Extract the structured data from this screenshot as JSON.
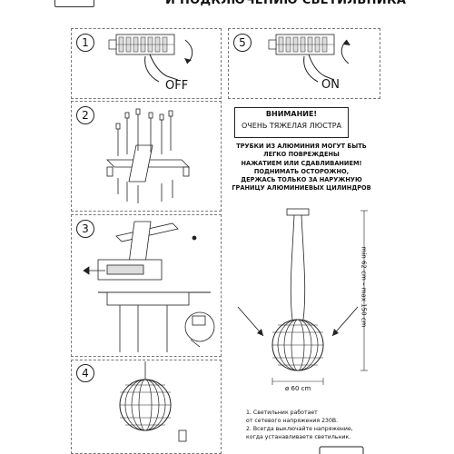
{
  "header": {
    "title": "И ПОДКЛЮЧЕНИЮ СВЕТИЛЬНИКА"
  },
  "steps": [
    {
      "number": "1",
      "caption": "OFF"
    },
    {
      "number": "2"
    },
    {
      "number": "3"
    },
    {
      "number": "4"
    },
    {
      "number": "5",
      "caption": "ON"
    }
  ],
  "warning": {
    "title": "ВНИМАНИЕ!",
    "subtitle": "ОЧЕНЬ ТЯЖЕЛАЯ ЛЮСТРА",
    "lines": [
      "ТРУБКИ ИЗ АЛЮМИНИЯ МОГУТ БЫТЬ",
      "ЛЕГКО ПОВРЕЖДЕНЫ",
      "НАЖАТИЕМ ИЛИ СДАВЛИВАНИЕМ!",
      "ПОДНИМАТЬ ОСТОРОЖНО,",
      "ДЕРЖАСЬ ТОЛЬКО ЗА НАРУЖНУЮ",
      "ГРАНИЦУ АЛЮМИНИЕВЫХ ЦИЛИНДРОВ"
    ]
  },
  "dimensions": {
    "height": "min 62 cm – max 150 cm",
    "diameter": "ø 60 cm"
  },
  "notes": [
    "1. Светильник работает",
    "от сетевого напряжения 230В.",
    "2. Всегда выключайте напряжение,",
    "когда устанавливаете светильник."
  ]
}
